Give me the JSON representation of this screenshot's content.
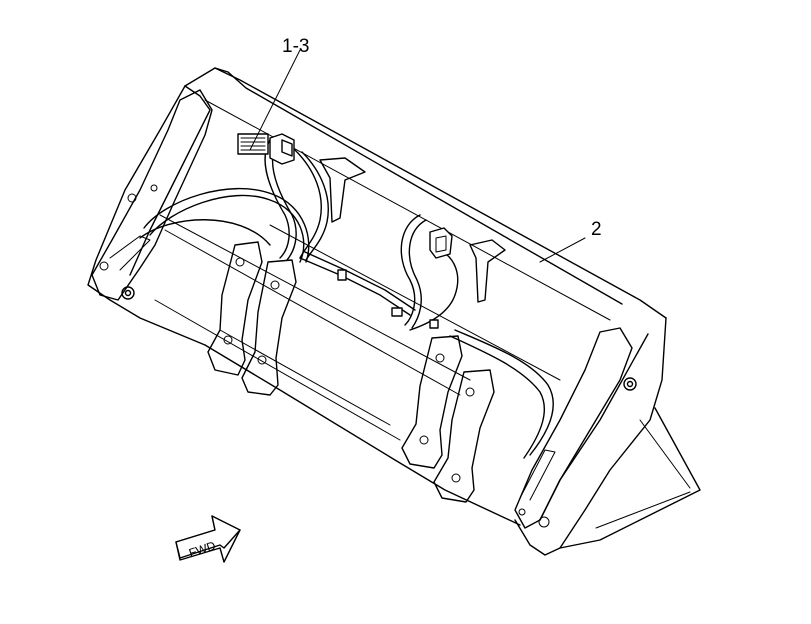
{
  "callouts": {
    "harness": "1-3",
    "bucket": "2"
  },
  "forward_arrow": {
    "label": "FWD"
  }
}
